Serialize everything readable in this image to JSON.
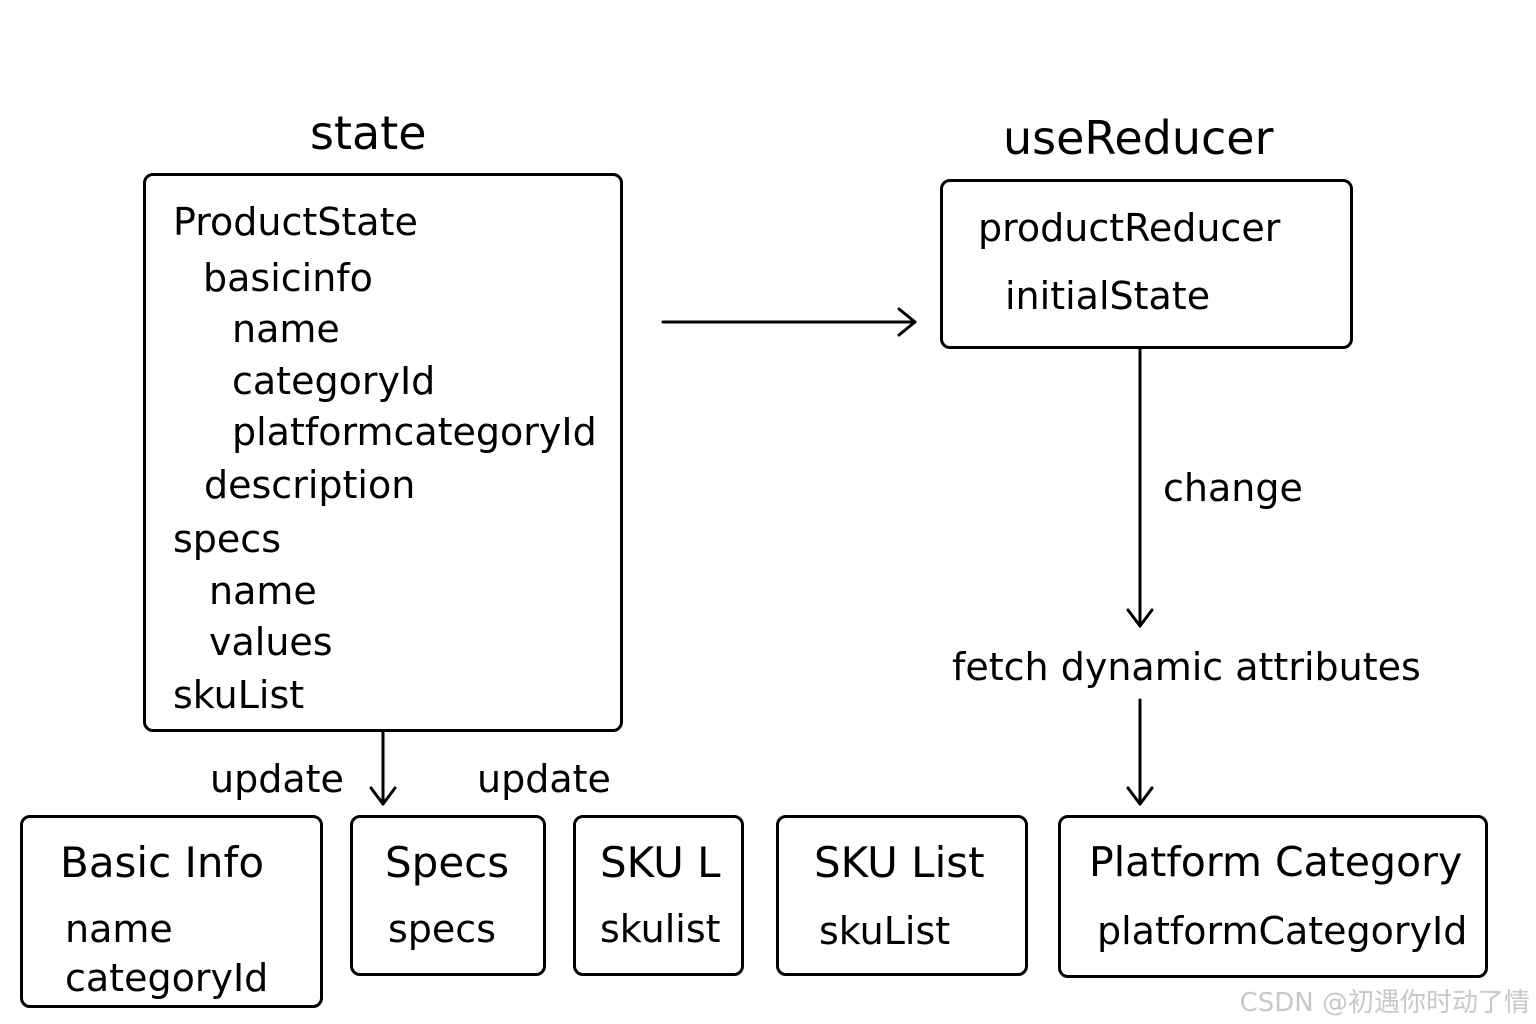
{
  "state": {
    "title": "state",
    "tree": [
      "ProductState",
      "basicinfo",
      "name",
      "categoryId",
      "platformcategoryId",
      "description",
      "specs",
      "name",
      "values",
      "skuList"
    ]
  },
  "reducer": {
    "title": "useReducer",
    "lines": [
      "productReducer",
      "initialState"
    ]
  },
  "edges": {
    "change": "change",
    "fetch": "fetch dynamic attributes",
    "update_left": "update",
    "update_right": "update"
  },
  "boxes": [
    {
      "title": "Basic Info",
      "lines": [
        "name",
        "categoryId"
      ]
    },
    {
      "title": "Specs",
      "lines": [
        "specs"
      ]
    },
    {
      "title": "SKU L",
      "lines": [
        "skulist"
      ]
    },
    {
      "title": "SKU List",
      "lines": [
        "skuList"
      ]
    },
    {
      "title": "Platform Category",
      "lines": [
        "platformCategoryId"
      ]
    }
  ],
  "watermark": "CSDN @初遇你时动了情"
}
